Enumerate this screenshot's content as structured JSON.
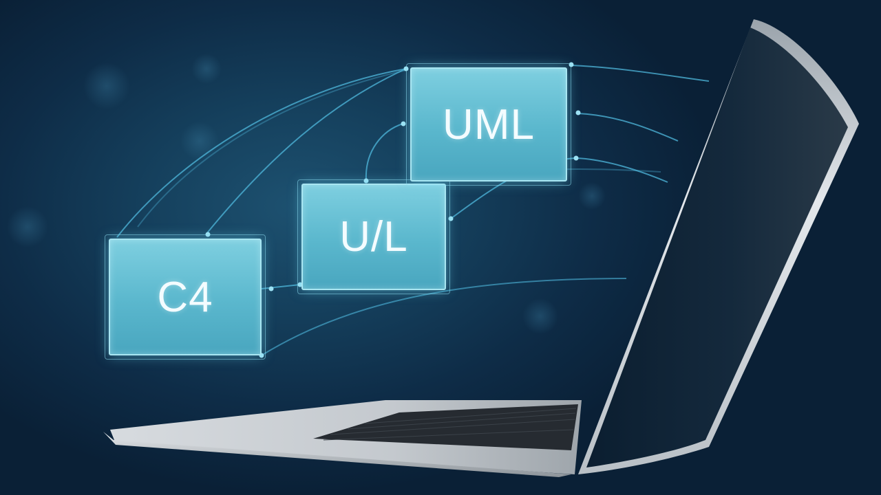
{
  "scene": {
    "description_free": true,
    "colors": {
      "background": "#0e2c47",
      "card_fill": "#5ab7cd",
      "card_border": "#a9e6f2",
      "connector": "#4fb8dc",
      "laptop_body": "#c9ced3"
    }
  },
  "cards": {
    "c4": {
      "label": "C4"
    },
    "uil": {
      "label": "U/L"
    },
    "uml": {
      "label": "UML"
    }
  }
}
